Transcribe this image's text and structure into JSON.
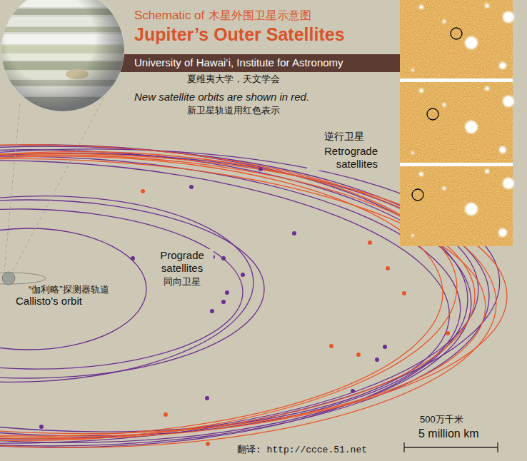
{
  "diagram": {
    "title": "Jupiter’s Outer Satellites",
    "labels": [
      "Schematic of",
      "木星外围卫星示意图",
      "University of Hawai‘i, Institute for Astronomy",
      "夏维夷大学，天文学会",
      "New satellite orbits are shown in red.",
      "新卫星轨道用红色表示",
      "逆行卫星",
      "Retrograde satellites",
      "Prograde satellites",
      "同向卫星",
      "“伽利略”探测器轨道",
      "Callisto's orbit",
      "500万千米",
      "5 million km",
      "翻译: http://ccce.51.net"
    ]
  }
}
